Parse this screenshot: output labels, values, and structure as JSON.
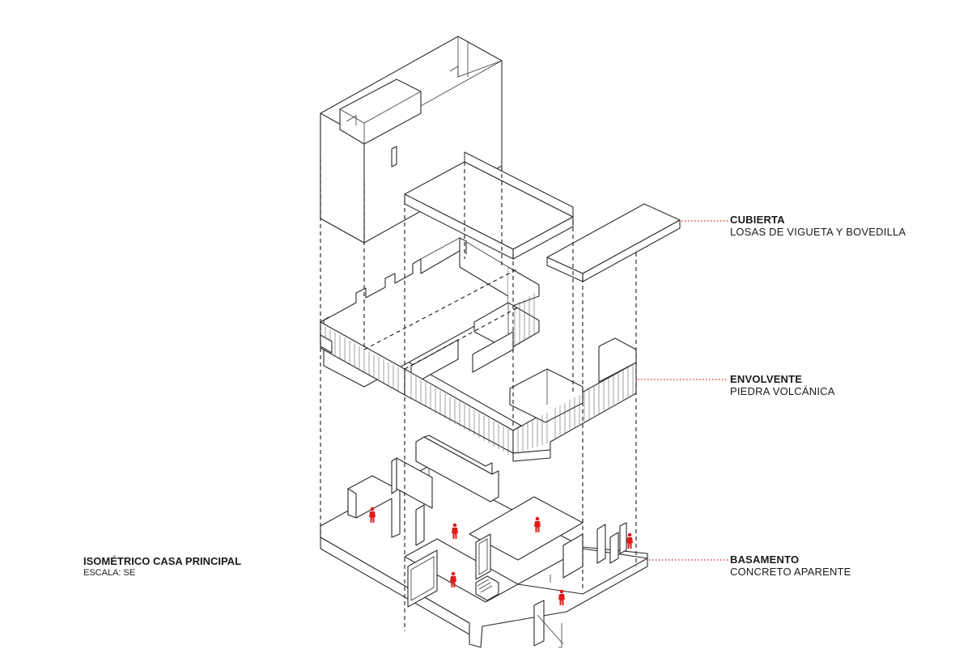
{
  "title": {
    "main": "ISOMÉTRICO CASA PRINCIPAL",
    "scale": "ESCALA: SE"
  },
  "layers": [
    {
      "name": "CUBIERTA",
      "material": "LOSAS DE VIGUETA Y BOVEDILLA"
    },
    {
      "name": "ENVOLVENTE",
      "material": "PIEDRA VOLCÁNICA"
    },
    {
      "name": "BASAMENTO",
      "material": "CONCRETO APARENTE"
    }
  ],
  "colors": {
    "line": "#2b2b2b",
    "leader": "#d11f1f",
    "figure": "#e01b1b",
    "background": "#ffffff"
  },
  "figure_icon": "person-silhouette-icon"
}
